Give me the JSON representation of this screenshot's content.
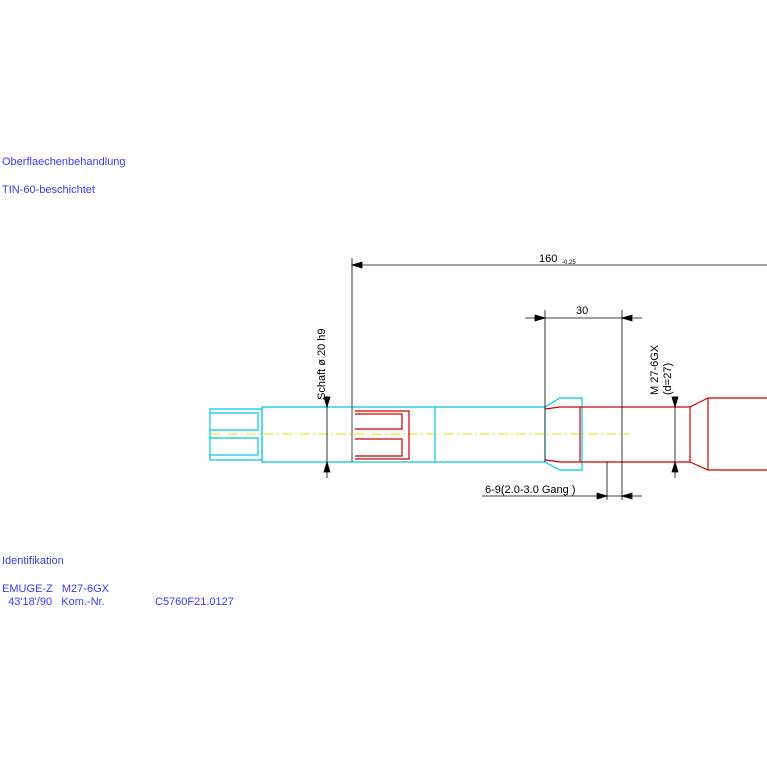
{
  "surface": {
    "heading": "Oberflaechenbehandlung",
    "value": "TIN-60-beschichtet"
  },
  "identification": {
    "heading": "Identifikation",
    "line1": "EMUGE-Z   M27-6GX",
    "line2": "  43'18'/90   Kom.-Nr.",
    "number": "C5760F21.0127"
  },
  "dimensions": {
    "overall_length": "160",
    "overall_tol": "-0.25",
    "thread_length": "30",
    "shank": "Schaft  ø  20  h9",
    "thread": "M  27-6GX",
    "thread_d": "(d=27)",
    "chamfer": "6-9(2.0-3.0  Gang  )"
  },
  "colors": {
    "background": "#ffffff",
    "shank_outline": "#00c8e0",
    "thread_outline": "#d00000",
    "dimension": "#000000",
    "center_line": "#e6e600",
    "text": "#3a3aff"
  }
}
